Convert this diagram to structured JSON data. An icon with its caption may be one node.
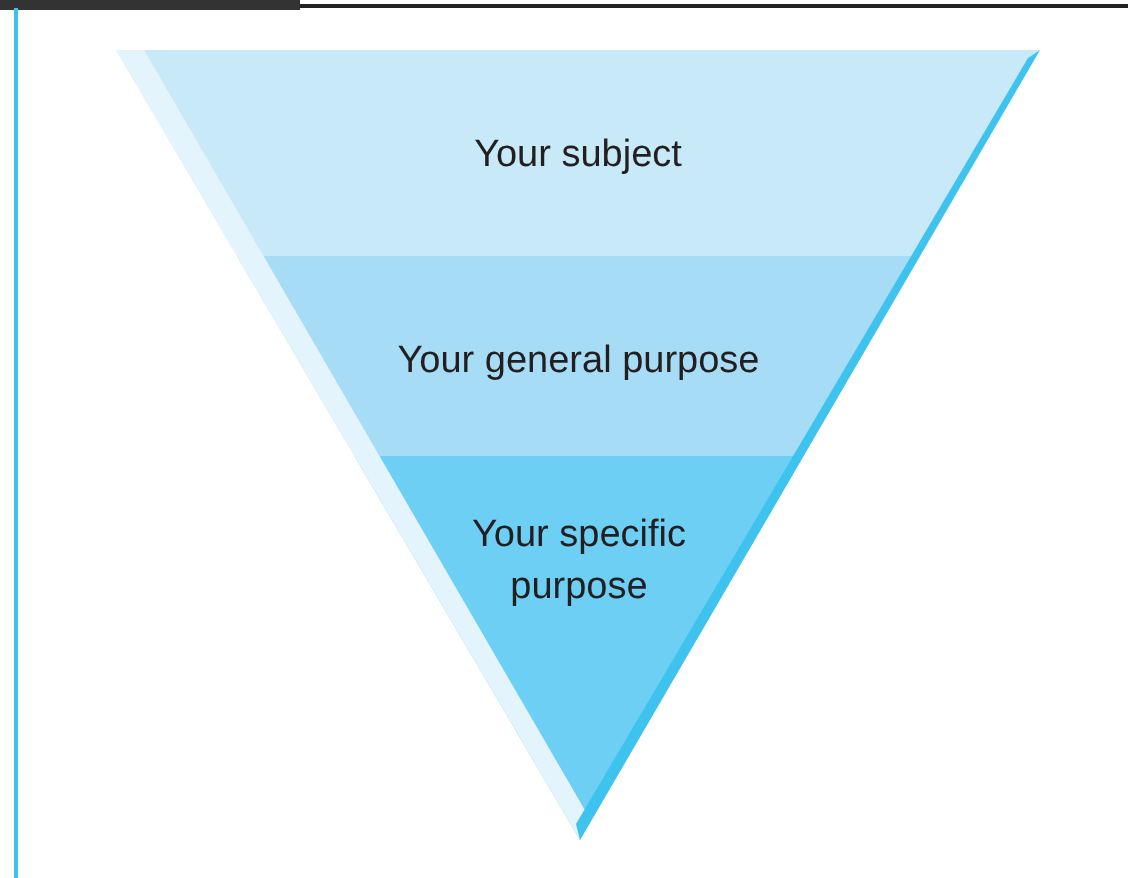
{
  "diagram": {
    "nodes": [
      {
        "text": [
          "Your subject"
        ]
      },
      {
        "text": [
          "Your general purpose"
        ]
      },
      {
        "text": [
          "Your specific purpose"
        ]
      }
    ]
  }
}
